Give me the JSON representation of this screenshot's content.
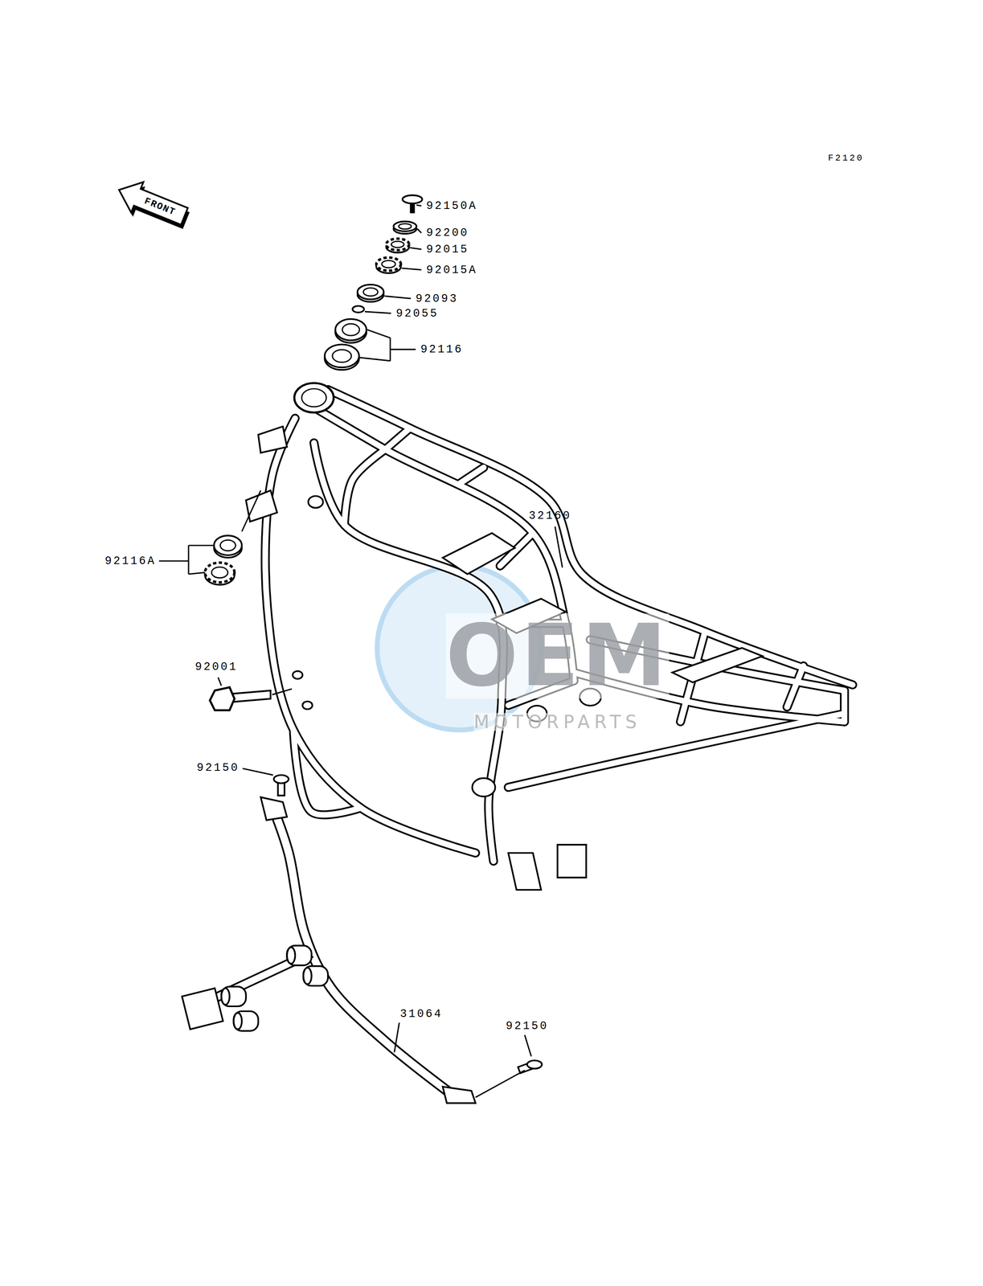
{
  "diagram": {
    "labels": [
      "F2120",
      "FRONT",
      "92150A",
      "92200",
      "92015",
      "92015A",
      "92093",
      "92055",
      "92116",
      "32160",
      "92116A",
      "92001",
      "92150",
      "31064",
      "92150",
      "OEM",
      "MOTORPARTS"
    ]
  }
}
